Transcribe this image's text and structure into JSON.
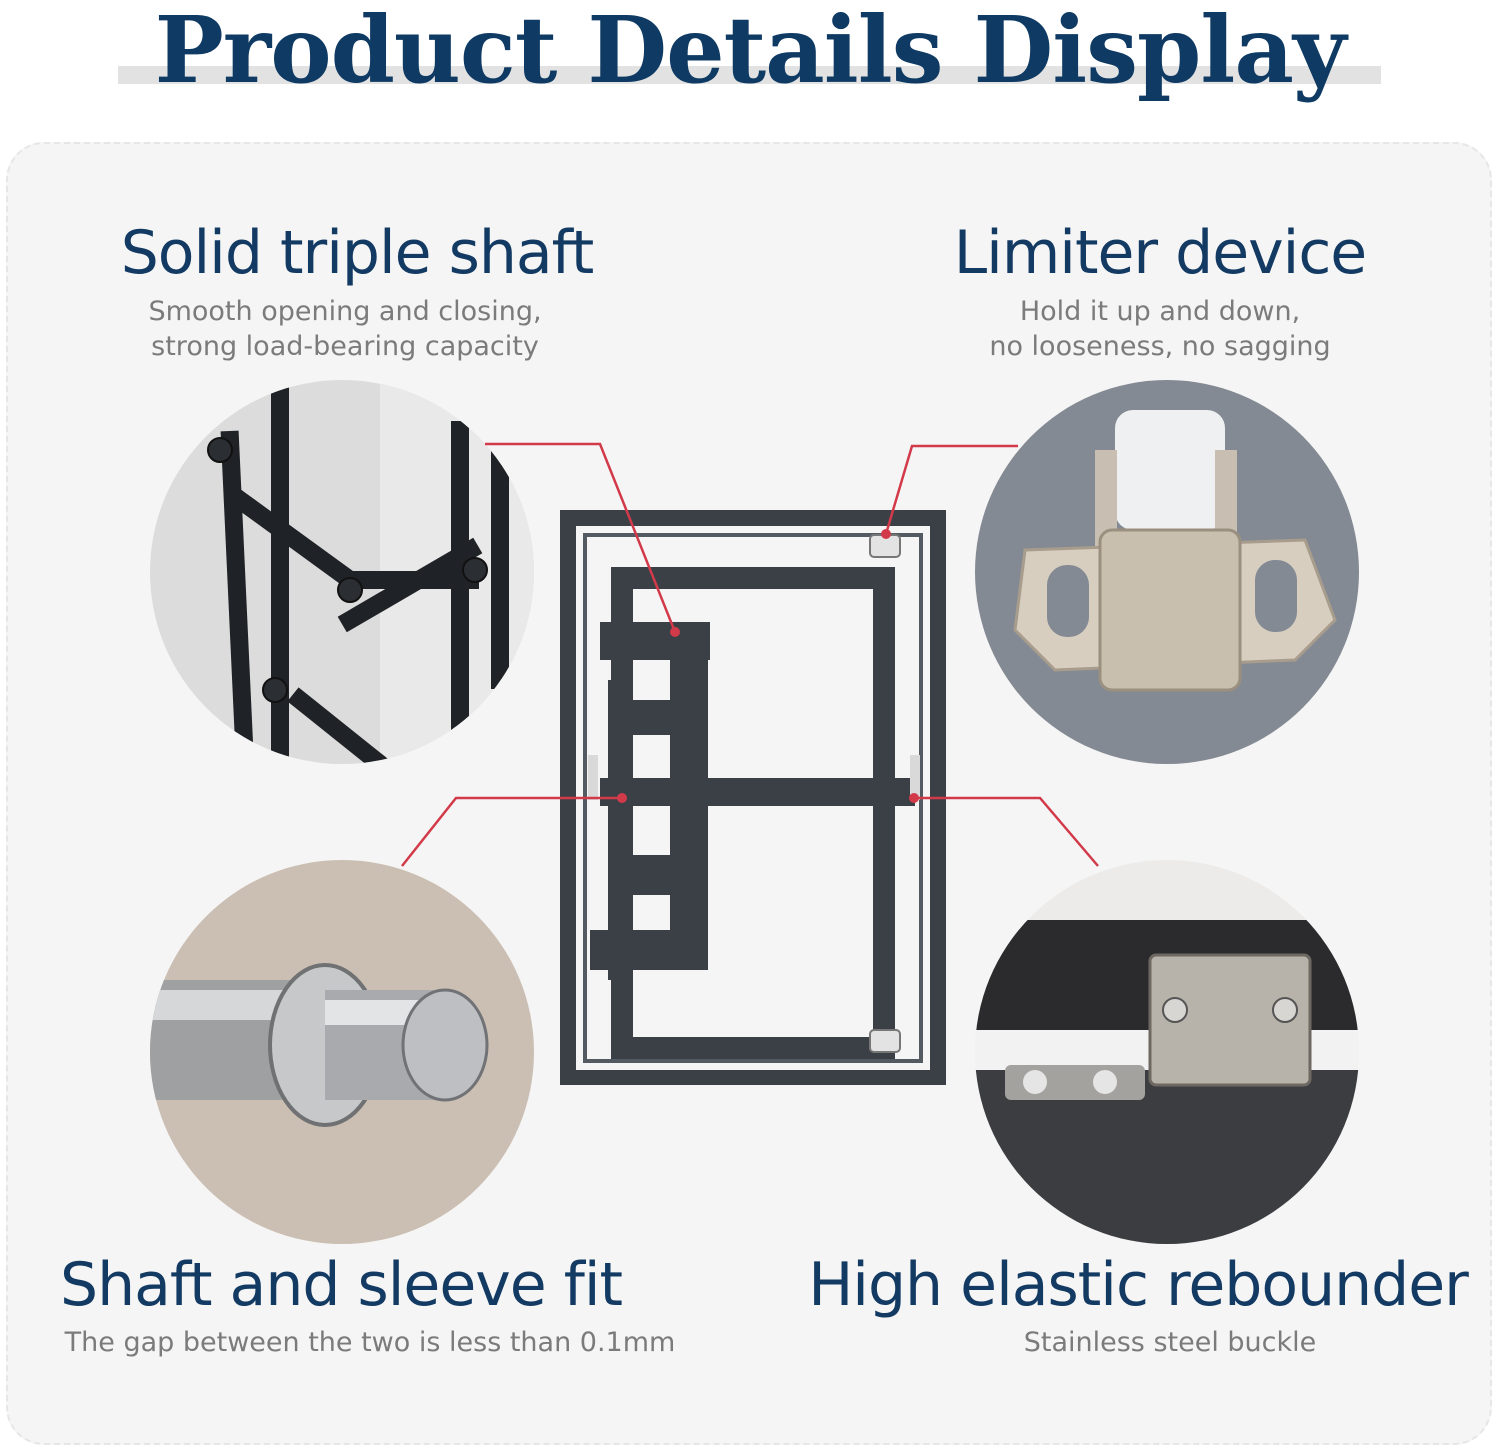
{
  "header": {
    "title": "Product Details Display"
  },
  "features": {
    "top_left": {
      "title": "Solid triple shaft",
      "subtitle_line1": "Smooth opening and closing,",
      "subtitle_line2": "strong load-bearing capacity",
      "icon": "triple-shaft-photo"
    },
    "top_right": {
      "title": "Limiter device",
      "subtitle_line1": "Hold it up and down,",
      "subtitle_line2": "no looseness, no sagging",
      "icon": "limiter-photo"
    },
    "bottom_left": {
      "title": "Shaft and sleeve fit",
      "subtitle_line1": "The gap between the two is less than 0.1mm",
      "icon": "shaft-sleeve-photo"
    },
    "bottom_right": {
      "title": "High elastic rebounder",
      "subtitle_line1": "Stainless steel buckle",
      "icon": "rebounder-photo"
    }
  },
  "colors": {
    "title": "#0e3a63",
    "feature_title": "#133a63",
    "subtitle": "#7b7b7b",
    "leader_line": "#d23a4a",
    "frame": "#3b4047"
  }
}
